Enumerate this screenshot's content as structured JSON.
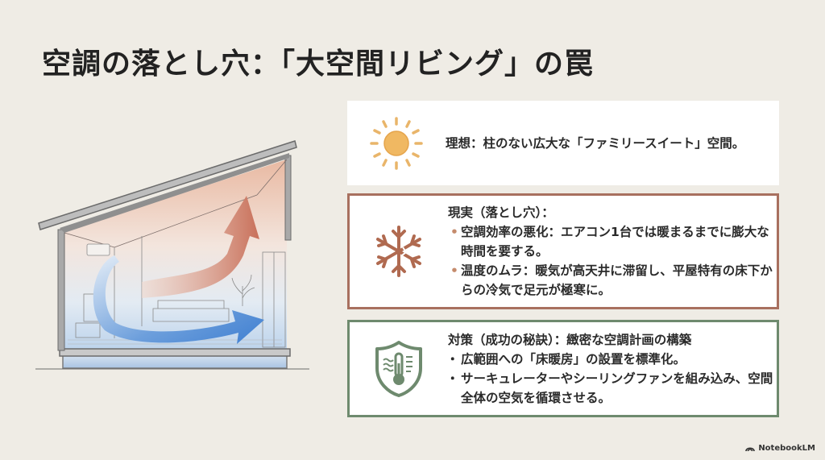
{
  "slide": {
    "title": "空調の落とし穴：「大空間リビング」の罠",
    "background_color": "#efece5"
  },
  "illustration": {
    "subject": "cross-section of single-storey house with sloped high ceiling",
    "icons": [
      "warm-air-arrow",
      "cool-air-arrow",
      "air-conditioner",
      "sofa",
      "plant",
      "tv-stand",
      "window"
    ],
    "warm_color": "#c8705a",
    "cool_color": "#3f7fd1"
  },
  "cards": [
    {
      "id": "ideal",
      "icon": "sun-icon",
      "icon_color": "#efb45e",
      "border_color": "none",
      "text": "理想：柱のない広大な「ファミリースイート」空間。"
    },
    {
      "id": "reality",
      "icon": "snowflake-icon",
      "icon_color": "#b06a50",
      "border_color": "#a8705f",
      "heading": "現実（落とし穴）：",
      "bullets": [
        "空調効率の悪化：エアコン1台では暖まるまでに膨大な時間を要する。",
        "温度のムラ：暖気が高天井に滞留し、平屋特有の床下からの冷気で足元が極寒に。"
      ]
    },
    {
      "id": "solution",
      "icon": "shield-thermometer-icon",
      "icon_color": "#6e8a6e",
      "border_color": "#6e8a6e",
      "heading": "対策（成功の秘訣）：緻密な空調計画の構築",
      "bullets": [
        "広範囲への「床暖房」の設置を標準化。",
        "サーキュレーターやシーリングファンを組み込み、空間全体の空気を循環させる。"
      ]
    }
  ],
  "footer": {
    "brand": "NotebookLM"
  }
}
